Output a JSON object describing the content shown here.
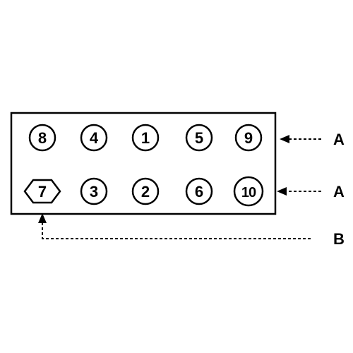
{
  "bolts": [
    {
      "label": "8",
      "shape": "circle"
    },
    {
      "label": "4",
      "shape": "circle"
    },
    {
      "label": "1",
      "shape": "circle"
    },
    {
      "label": "5",
      "shape": "circle"
    },
    {
      "label": "9",
      "shape": "circle"
    },
    {
      "label": "7",
      "shape": "hexagon"
    },
    {
      "label": "3",
      "shape": "circle"
    },
    {
      "label": "2",
      "shape": "circle"
    },
    {
      "label": "6",
      "shape": "circle"
    },
    {
      "label": "10",
      "shape": "circle"
    }
  ],
  "callouts": {
    "top_row": "A",
    "bottom_row": "A",
    "hex_bolt": "B"
  }
}
